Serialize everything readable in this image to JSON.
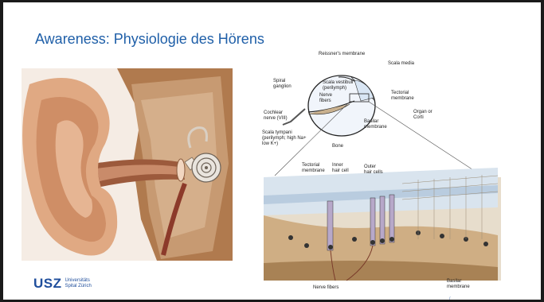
{
  "slide": {
    "title": "Awareness: Physiologie des Hörens"
  },
  "cochlea_diagram": {
    "labels": {
      "reissner": "Reissner's membrane",
      "scala_media": "Scala media",
      "scala_vestibuli_1": "Scala vestibuli",
      "scala_vestibuli_2": "(perilymph)",
      "nerve_fibers_1": "Nerve",
      "nerve_fibers_2": "fibers",
      "spiral_ganglion_1": "Spiral",
      "spiral_ganglion_2": "ganglion",
      "tectorial_1": "Tectorial",
      "tectorial_2": "membrane",
      "organ_corti_1": "Organ or",
      "organ_corti_2": "Corti",
      "cochlear_nerve_1": "Cochlear",
      "cochlear_nerve_2": "nerve (VIII)",
      "scala_tympani_1": "Scala tympani",
      "scala_tympani_2": "(perilymph; high Na+",
      "scala_tympani_3": "low K+)",
      "basilar_1": "Basilar",
      "basilar_2": "membrane",
      "bone": "Bone"
    }
  },
  "organ_of_corti_diagram": {
    "labels": {
      "tectorial_1": "Tectorial",
      "tectorial_2": "membrane",
      "inner_hair_1": "Inner",
      "inner_hair_2": "hair cell",
      "outer_hair_1": "Outer",
      "outer_hair_2": "hair cells",
      "nerve_fibers": "Nerve fibers",
      "basilar_1": "Basilar",
      "basilar_2": "membrane"
    }
  },
  "logo": {
    "mark": "USZ",
    "line1": "Universitäts",
    "line2": "Spital Zürich"
  },
  "slide_mark": "/"
}
